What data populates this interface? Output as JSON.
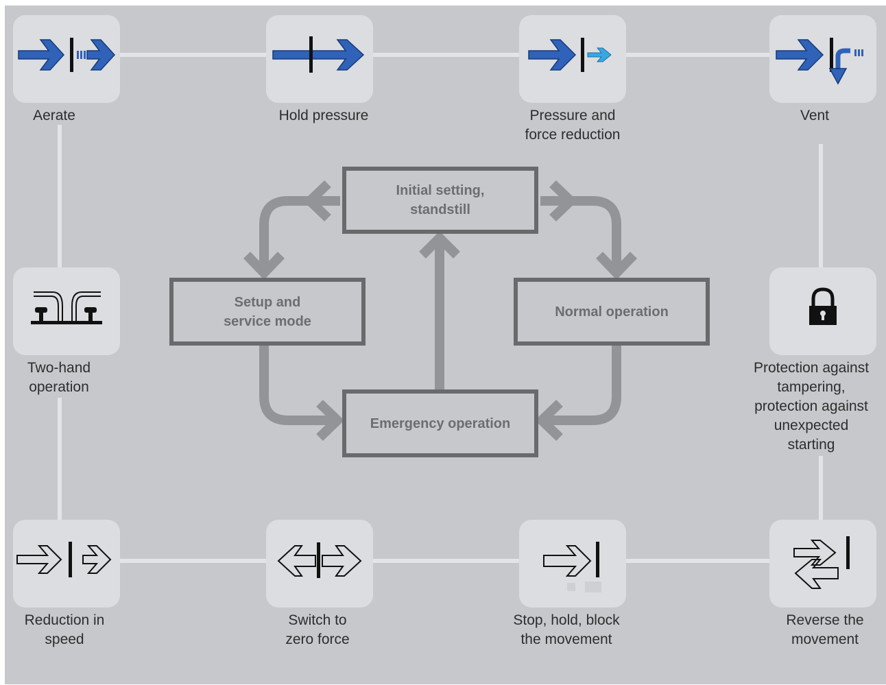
{
  "colors": {
    "background": "#c6c8cc",
    "tile": "#dcdde0",
    "connector": "#e3e4e7",
    "flow_arrow": "#939497",
    "box_border": "#696a6c",
    "box_text": "#6c6d70",
    "icon_blue": "#2f62b8",
    "icon_light_blue": "#3aa7df",
    "label_text": "#2d2d2d"
  },
  "functions": [
    {
      "id": "aerate",
      "icon": "aerate-icon",
      "lines": [
        "Aerate"
      ]
    },
    {
      "id": "hold-pressure",
      "icon": "hold-pressure-icon",
      "lines": [
        "Hold pressure"
      ]
    },
    {
      "id": "pressure-force-reduction",
      "icon": "pressure-reduction-icon",
      "lines": [
        "Pressure and",
        "force reduction"
      ]
    },
    {
      "id": "vent",
      "icon": "vent-icon",
      "lines": [
        "Vent"
      ]
    },
    {
      "id": "two-hand-operation",
      "icon": "two-hand-control-icon",
      "lines": [
        "Two-hand",
        "operation"
      ]
    },
    {
      "id": "protection-tampering",
      "icon": "padlock-icon",
      "lines": [
        "Protection against",
        "tampering,",
        "protection against",
        "unexpected",
        "starting"
      ]
    },
    {
      "id": "reduction-speed",
      "icon": "speed-reduction-icon",
      "lines": [
        "Reduction in",
        "speed"
      ]
    },
    {
      "id": "zero-force",
      "icon": "zero-force-icon",
      "lines": [
        "Switch to",
        "zero force"
      ]
    },
    {
      "id": "stop-hold-block",
      "icon": "stop-icon",
      "lines": [
        "Stop, hold, block",
        "the movement"
      ]
    },
    {
      "id": "reverse-movement",
      "icon": "reverse-icon",
      "lines": [
        "Reverse the",
        "movement"
      ]
    }
  ],
  "modes": [
    {
      "id": "initial-setting",
      "lines": [
        "Initial setting,",
        "standstill"
      ]
    },
    {
      "id": "setup-service",
      "lines": [
        "Setup and",
        "service mode"
      ]
    },
    {
      "id": "normal-operation",
      "lines": [
        "Normal operation"
      ]
    },
    {
      "id": "emergency-operation",
      "lines": [
        "Emergency operation"
      ]
    }
  ]
}
